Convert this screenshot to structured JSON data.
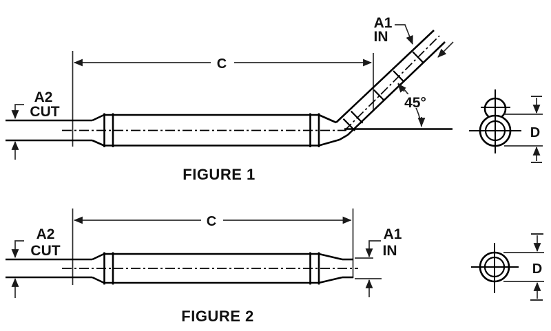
{
  "drawing": {
    "type_note": "cable splice technical drawing",
    "colors": {
      "background": "#ffffff",
      "object_line": "#000000",
      "dimension_line": "#2b2b2b",
      "text": "#111111"
    },
    "figure1": {
      "caption": "FIGURE 1",
      "length_label": "C",
      "left_cable_label_line1": "A2",
      "left_cable_label_line2": "CUT",
      "right_cable_label_line1": "A1",
      "right_cable_label_line2": "IN",
      "angle_label": "45°",
      "diameter_label": "D"
    },
    "figure2": {
      "caption": "FIGURE 2",
      "length_label": "C",
      "left_cable_label_line1": "A2",
      "left_cable_label_line2": "CUT",
      "right_cable_label_line1": "A1",
      "right_cable_label_line2": "IN",
      "diameter_label": "D"
    }
  }
}
